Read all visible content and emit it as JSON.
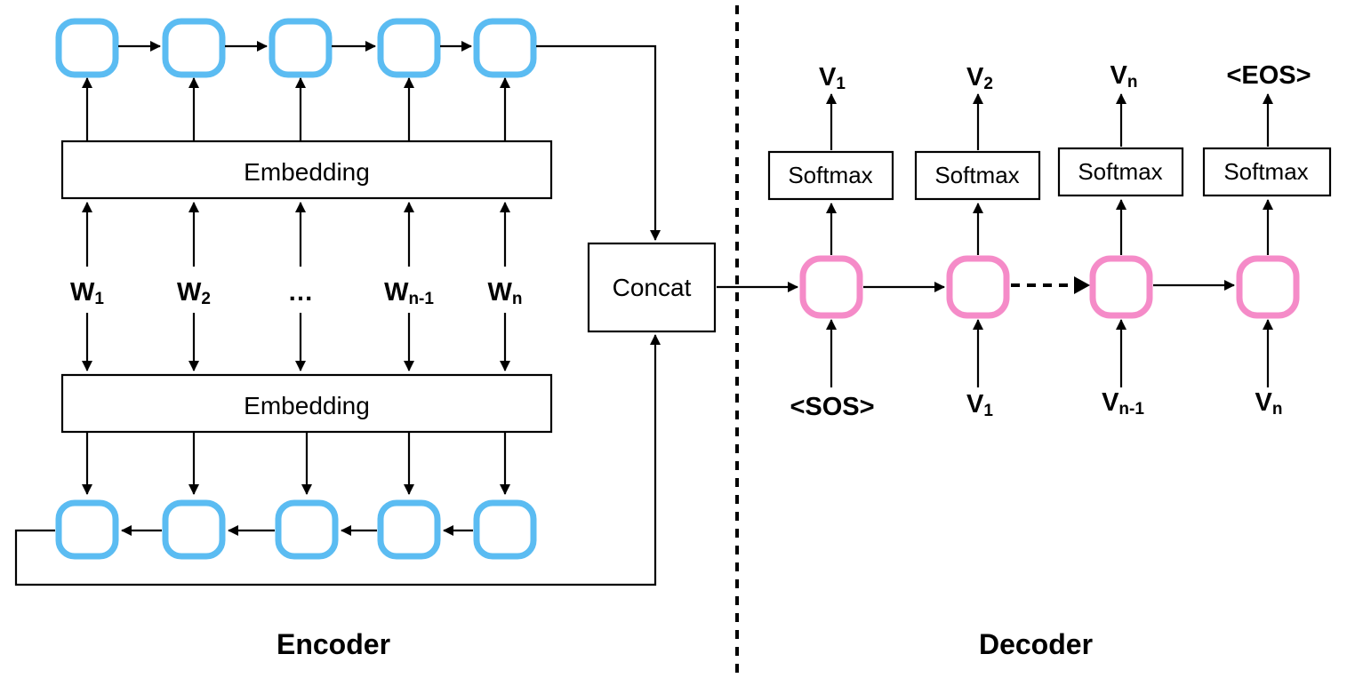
{
  "encoder": {
    "title": "Encoder",
    "embedding_top": "Embedding",
    "embedding_bottom": "Embedding",
    "concat": "Concat",
    "inputs": [
      {
        "base": "W",
        "sub": "1"
      },
      {
        "base": "W",
        "sub": "2"
      },
      {
        "base": "…",
        "sub": ""
      },
      {
        "base": "W",
        "sub": "n-1"
      },
      {
        "base": "W",
        "sub": "n"
      }
    ]
  },
  "decoder": {
    "title": "Decoder",
    "softmax_label": "Softmax",
    "outputs": [
      {
        "base": "V",
        "sub": "1"
      },
      {
        "base": "V",
        "sub": "2"
      },
      {
        "base": "V",
        "sub": "n"
      },
      {
        "base": "<EOS>",
        "sub": ""
      }
    ],
    "inputs": [
      {
        "base": "<SOS>",
        "sub": ""
      },
      {
        "base": "V",
        "sub": "1"
      },
      {
        "base": "V",
        "sub": "n-1"
      },
      {
        "base": "V",
        "sub": "n"
      }
    ]
  },
  "colors": {
    "encoder_cell": "#5bbcf2",
    "decoder_cell": "#f58bc8"
  }
}
